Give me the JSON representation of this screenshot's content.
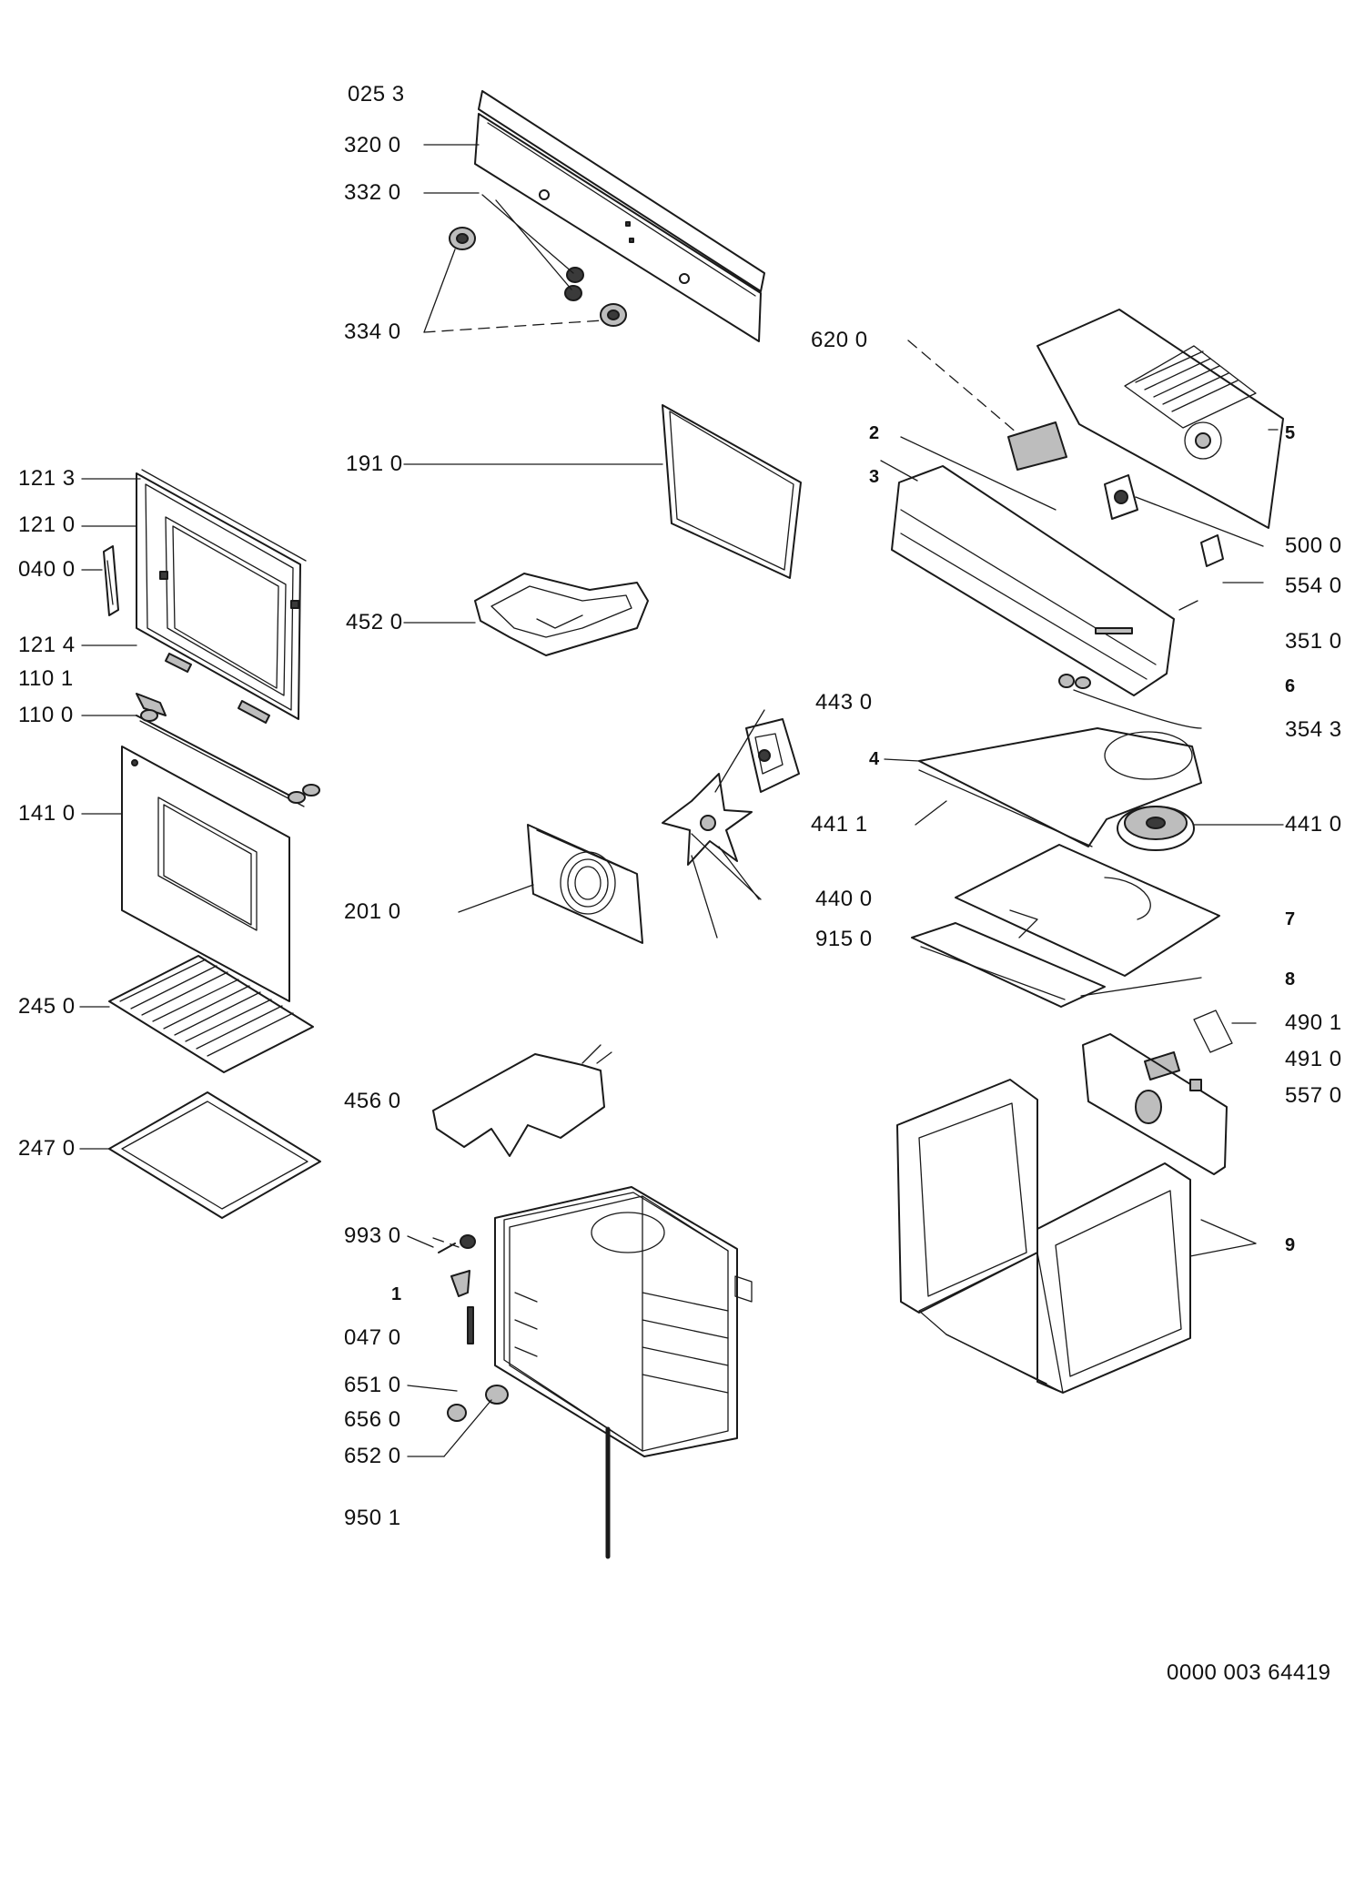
{
  "part_labels": [
    {
      "id": "025_3",
      "text": "025 3"
    },
    {
      "id": "320_0",
      "text": "320 0"
    },
    {
      "id": "332_0",
      "text": "332 0"
    },
    {
      "id": "334_0",
      "text": "334 0"
    },
    {
      "id": "620_0",
      "text": "620 0"
    },
    {
      "id": "ref_2",
      "text": "2"
    },
    {
      "id": "ref_3",
      "text": "3"
    },
    {
      "id": "ref_5",
      "text": "5"
    },
    {
      "id": "500_0",
      "text": "500 0"
    },
    {
      "id": "554_0",
      "text": "554 0"
    },
    {
      "id": "351_0",
      "text": "351 0"
    },
    {
      "id": "ref_6",
      "text": "6"
    },
    {
      "id": "121_3",
      "text": "121 3"
    },
    {
      "id": "121_0",
      "text": "121 0"
    },
    {
      "id": "040_0",
      "text": "040 0"
    },
    {
      "id": "121_4",
      "text": "121 4"
    },
    {
      "id": "110_1",
      "text": "110 1"
    },
    {
      "id": "110_0",
      "text": "110 0"
    },
    {
      "id": "191_0",
      "text": "191 0"
    },
    {
      "id": "452_0",
      "text": "452 0"
    },
    {
      "id": "443_0",
      "text": "443 0"
    },
    {
      "id": "354_3",
      "text": "354 3"
    },
    {
      "id": "ref_4",
      "text": "4"
    },
    {
      "id": "441_1",
      "text": "441 1"
    },
    {
      "id": "441_0",
      "text": "441 0"
    },
    {
      "id": "141_0",
      "text": "141 0"
    },
    {
      "id": "201_0",
      "text": "201 0"
    },
    {
      "id": "440_0",
      "text": "440 0"
    },
    {
      "id": "915_0",
      "text": "915 0"
    },
    {
      "id": "ref_7",
      "text": "7"
    },
    {
      "id": "ref_8",
      "text": "8"
    },
    {
      "id": "245_0",
      "text": "245 0"
    },
    {
      "id": "490_1",
      "text": "490 1"
    },
    {
      "id": "491_0",
      "text": "491 0"
    },
    {
      "id": "557_0",
      "text": "557 0"
    },
    {
      "id": "456_0",
      "text": "456 0"
    },
    {
      "id": "247_0",
      "text": "247 0"
    },
    {
      "id": "993_0",
      "text": "993 0"
    },
    {
      "id": "ref_9",
      "text": "9"
    },
    {
      "id": "ref_1",
      "text": "1"
    },
    {
      "id": "047_0",
      "text": "047 0"
    },
    {
      "id": "651_0",
      "text": "651 0"
    },
    {
      "id": "656_0",
      "text": "656 0"
    },
    {
      "id": "652_0",
      "text": "652 0"
    },
    {
      "id": "950_1",
      "text": "950 1"
    }
  ],
  "document_code": "0000 003 64419"
}
